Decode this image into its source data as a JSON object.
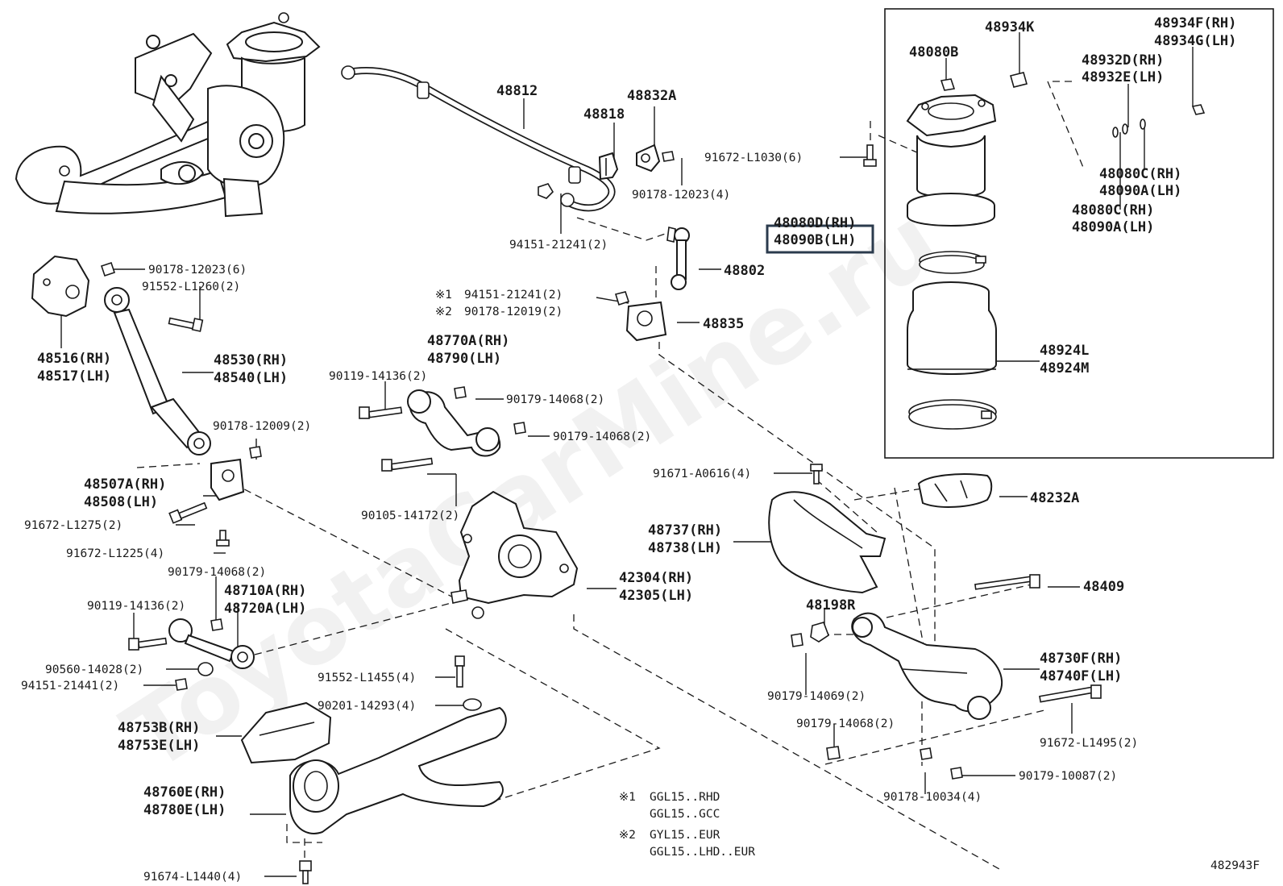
{
  "watermark": "ToyotaCarMine.ru",
  "diagram_code": "482943F",
  "notes": {
    "n1_mark": "※1",
    "n1_line1": "GGL15..RHD",
    "n1_line2": "GGL15..GCC",
    "n2_mark": "※2",
    "n2_line1": "GYL15..EUR",
    "n2_line2": "GGL15..LHD..EUR"
  },
  "parts": {
    "p48934K": "48934K",
    "p48080B": "48080B",
    "p48934F": "48934F(RH)",
    "p48934G": "48934G(LH)",
    "p48932D": "48932D(RH)",
    "p48932E": "48932E(LH)",
    "p48080C_1": "48080C(RH)",
    "p48090A_1": "48090A(LH)",
    "p48080C_2": "48080C(RH)",
    "p48090A_2": "48090A(LH)",
    "p48080D": "48080D(RH)",
    "p48090B": "48090B(LH)",
    "p91672L1030": "91672-L1030(6)",
    "p48812": "48812",
    "p48818": "48818",
    "p48832A": "48832A",
    "p90178_12023_4": "90178-12023(4)",
    "p94151_21241_2": "94151-21241(2)",
    "p48802": "48802",
    "p48835": "48835",
    "n1_94151": "94151-21241(2)",
    "n2_90178": "90178-12019(2)",
    "p48924L": "48924L",
    "p48924M": "48924M",
    "p90178_12023_6": "90178-12023(6)",
    "p91552L1260": "91552-L1260(2)",
    "p48516": "48516(RH)",
    "p48517": "48517(LH)",
    "p48530": "48530(RH)",
    "p48540": "48540(LH)",
    "p48770A": "48770A(RH)",
    "p48790": "48790(LH)",
    "p90119_14136_a": "90119-14136(2)",
    "p90179_14068_a": "90179-14068(2)",
    "p90179_14068_b": "90179-14068(2)",
    "p90178_12009": "90178-12009(2)",
    "p48507A": "48507A(RH)",
    "p48508": "48508(LH)",
    "p91672L1275": "91672-L1275(2)",
    "p91672L1225": "91672-L1225(4)",
    "p90105_14172": "90105-14172(2)",
    "p91671A0616": "91671-A0616(4)",
    "p48232A": "48232A",
    "p48737": "48737(RH)",
    "p48738": "48738(LH)",
    "p90179_14068_c": "90179-14068(2)",
    "p48710A": "48710A(RH)",
    "p48720A": "48720A(LH)",
    "p42304": "42304(RH)",
    "p42305": "42305(LH)",
    "p90119_14136_b": "90119-14136(2)",
    "p48409": "48409",
    "p48198R": "48198R",
    "p90560_14028": "90560-14028(2)",
    "p94151_21441": "94151-21441(2)",
    "p91552L1455": "91552-L1455(4)",
    "p48730F": "48730F(RH)",
    "p48740F": "48740F(LH)",
    "p90179_14069": "90179-14069(2)",
    "p90201_14293": "90201-14293(4)",
    "p90179_14068_d": "90179-14068(2)",
    "p91672L1495": "91672-L1495(2)",
    "p48753B": "48753B(RH)",
    "p48753E": "48753E(LH)",
    "p90179_10087": "90179-10087(2)",
    "p48760E": "48760E(RH)",
    "p48780E": "48780E(LH)",
    "p90178_10034": "90178-10034(4)",
    "p91674L1440": "91674-L1440(4)"
  }
}
